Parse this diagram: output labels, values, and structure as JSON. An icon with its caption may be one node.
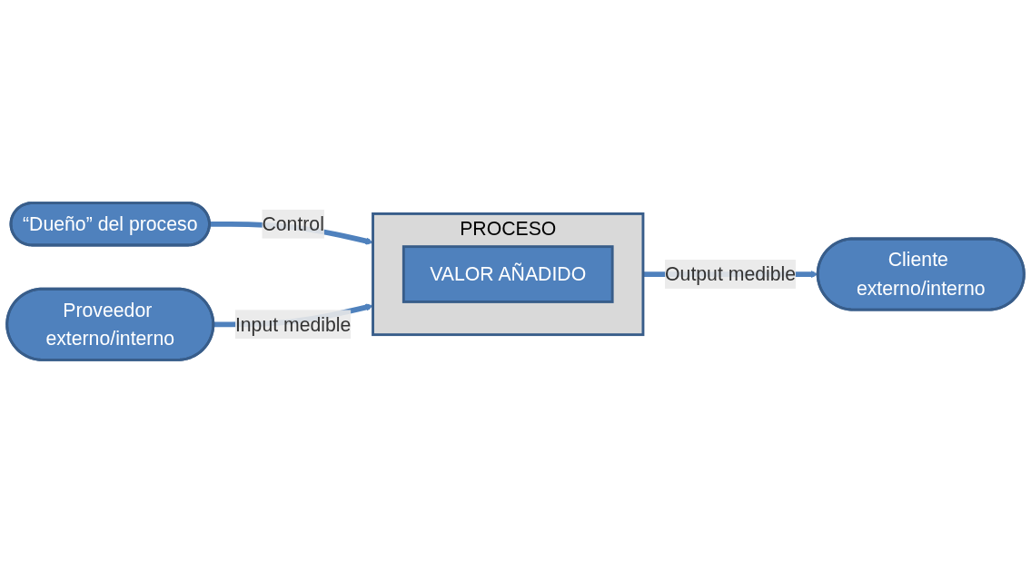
{
  "diagram": {
    "nodes": [
      {
        "text": [
          "“Dueño” del proceso"
        ]
      },
      {
        "text": [
          "Proveedor externo/interno"
        ]
      },
      {
        "text": [
          "PROCESO"
        ]
      },
      {
        "text": [
          "VALOR AÑADIDO"
        ],
        "in": 2
      },
      {
        "text": [
          "Cliente externo/interno"
        ]
      }
    ],
    "edges": [
      {
        "from": 0,
        "to": 2,
        "arrow": "to",
        "label": "Control"
      },
      {
        "from": 1,
        "to": 2,
        "arrow": "to",
        "label": "Input medible"
      },
      {
        "from": 2,
        "to": 4,
        "arrow": "to",
        "label": "Output medible"
      }
    ]
  }
}
